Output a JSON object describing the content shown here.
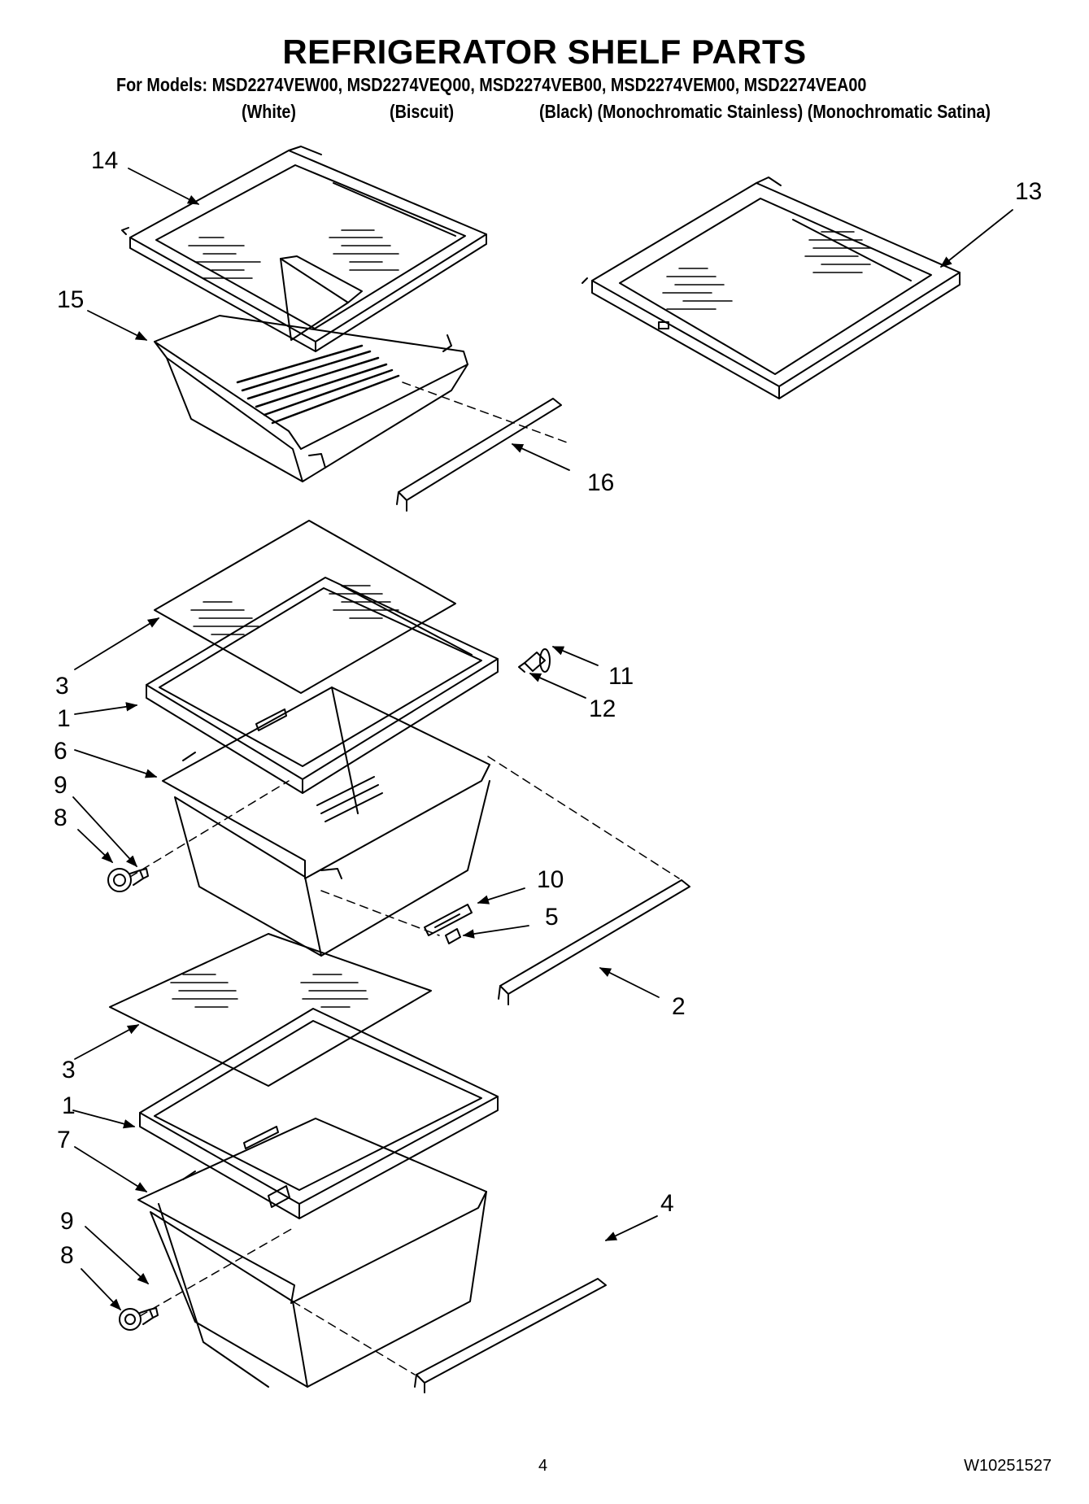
{
  "title": "REFRIGERATOR SHELF PARTS",
  "models_line": "For Models: MSD2274VEW00, MSD2274VEQ00, MSD2274VEB00, MSD2274VEM00, MSD2274VEA00",
  "finishes": [
    "(White)",
    "(Biscuit)",
    "(Black) (Monochromatic Stainless) (Monochromatic Satina)"
  ],
  "callouts": [
    "14",
    "13",
    "15",
    "16",
    "3",
    "1",
    "6",
    "9",
    "8",
    "11",
    "12",
    "10",
    "5",
    "2",
    "3",
    "1",
    "7",
    "9",
    "8",
    "4"
  ],
  "footer": {
    "page_number": "4",
    "document_number": "W10251527"
  },
  "colors": {
    "line": "#000000",
    "paper": "#ffffff"
  }
}
